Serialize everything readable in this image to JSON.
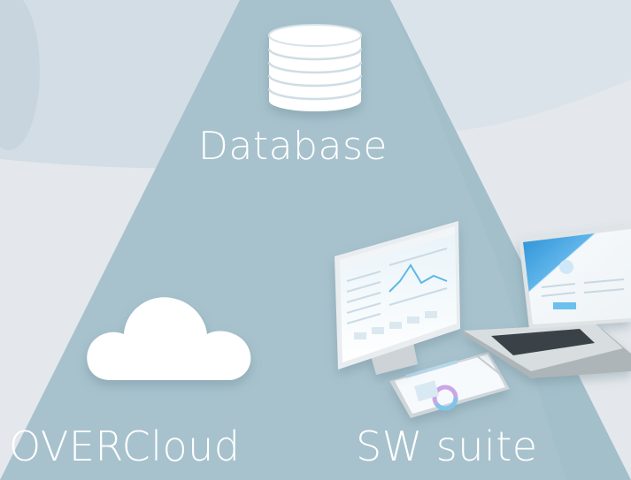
{
  "pyramid": {
    "database_label": "Database",
    "cloud_label": "OVERCloud",
    "software_label": "SW suite"
  },
  "colors": {
    "background": "#e4e8ec",
    "background_blob": "#d3dde5",
    "pyramid_fill": "#a7c2cd",
    "icon_white": "#ffffff"
  },
  "icons": [
    "database-icon",
    "cloud-icon",
    "monitor-device",
    "laptop-device",
    "tablet-device"
  ]
}
